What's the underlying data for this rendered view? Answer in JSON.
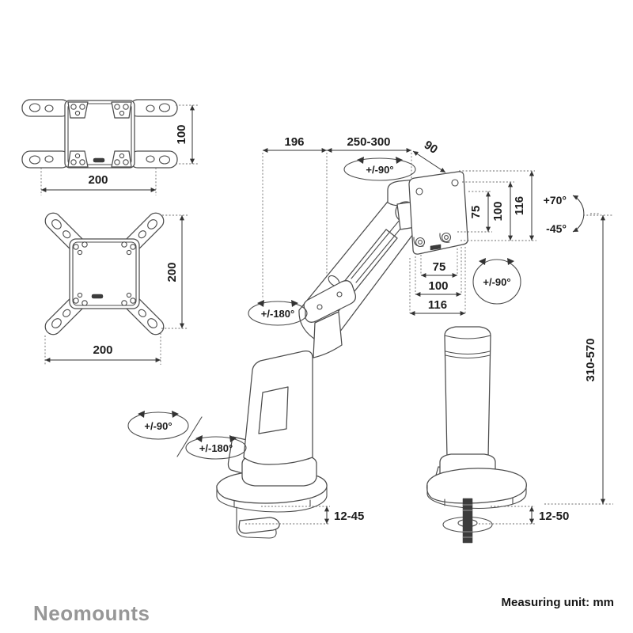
{
  "brand": "Neomounts",
  "footer": {
    "measuring_unit": "Measuring unit: mm"
  },
  "colors": {
    "line": "#4c4c4c",
    "dimension_text": "#1c1c1c",
    "logo_gray": "#979797"
  },
  "adapter_flat": {
    "hole_width": "200",
    "hole_height": "100"
  },
  "adapter_x": {
    "hole_width": "200",
    "hole_height": "200"
  },
  "arm": {
    "reach_rear": "196",
    "reach_front": "250-300",
    "head_depth": "90",
    "rotation_head": "+/-90°",
    "rotation_elbow": "+/-180°",
    "rotation_base_swivel": "+/-90°",
    "rotation_base_mast": "+/-180°",
    "rotation_vesa": "+/-90°",
    "tilt_up": "+70°",
    "tilt_down": "-45°",
    "vesa_vertical_75": "75",
    "vesa_vertical_100": "100",
    "vesa_vertical_116": "116",
    "vesa_horizontal_75": "75",
    "vesa_horizontal_100": "100",
    "vesa_horizontal_116": "116",
    "height_range": "310-570",
    "clamp_thickness": "12-45",
    "grommet_thickness": "12-50"
  }
}
